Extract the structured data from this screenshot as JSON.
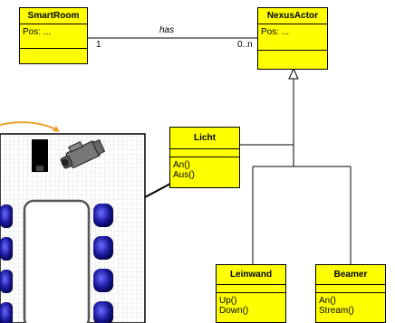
{
  "classes": {
    "smartroom": {
      "name": "SmartRoom",
      "attrs": [
        "Pos: ..."
      ],
      "ops": []
    },
    "nexusactor": {
      "name": "NexusActor",
      "attrs": [
        "Pos: ..."
      ],
      "ops": []
    },
    "licht": {
      "name": "Licht",
      "attrs": [],
      "ops": [
        "An()",
        "Aus()"
      ]
    },
    "leinwand": {
      "name": "Leinwand",
      "attrs": [],
      "ops": [
        "Up()",
        "Down()"
      ]
    },
    "beamer": {
      "name": "Beamer",
      "attrs": [],
      "ops": [
        "An()",
        "Stream()"
      ]
    }
  },
  "association": {
    "label": "has",
    "mult_left": "1",
    "mult_right": "0..n"
  },
  "colors": {
    "class_fill": "#ffff00",
    "room_floor": "#f4f4f4",
    "chair": "#1a1aa0",
    "arrow_orange": "#f0a030"
  },
  "icons": [
    "camera-icon",
    "speaker-icon",
    "chair-icon"
  ]
}
